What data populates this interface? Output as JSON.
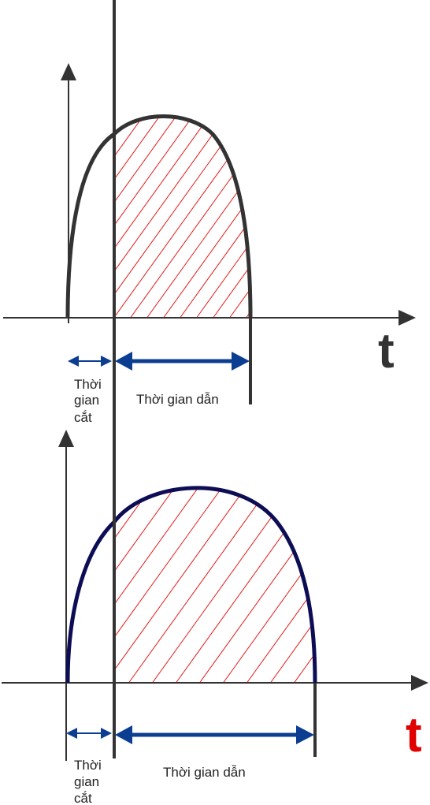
{
  "colors": {
    "axis": "#333333",
    "curve_top": "#333333",
    "curve_bottom": "#0d0d55",
    "hatch": "#e31b1b",
    "arrow": "#0b3d91",
    "t_top": "#333333",
    "t_bottom": "#e00000"
  },
  "top": {
    "t_label": "t",
    "cut_label": [
      "Thời",
      "gian",
      "cắt"
    ],
    "conduct_label": "Thời gian dẫn"
  },
  "bottom": {
    "t_label": "t",
    "cut_label": [
      "Thời",
      "gian",
      "cắt"
    ],
    "conduct_label": "Thời gian dẫn"
  }
}
